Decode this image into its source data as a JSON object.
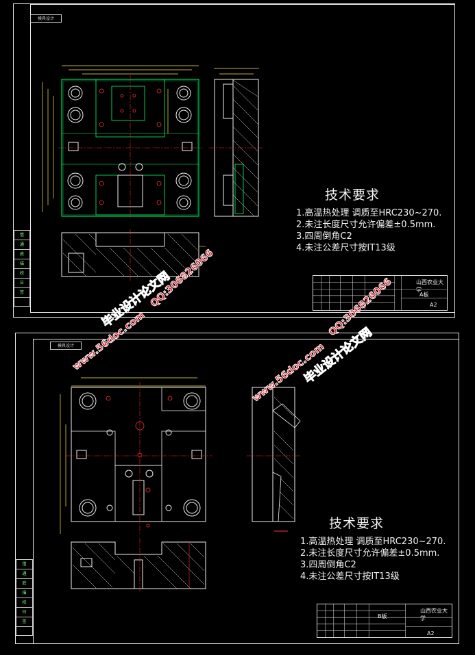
{
  "colors": {
    "background": "#000000",
    "frame": "#e6e6e6",
    "plate": "#00ff66",
    "dimension": "#ffee33",
    "hole": "#ff3333",
    "centerline": "#ff2222",
    "hatch": "#e8e8e8",
    "watermark": "#e0202a"
  },
  "sheets": [
    {
      "corner_tag": "模具设计",
      "tech_requirements": {
        "title": "技术要求",
        "lines": [
          "1.高温热处理  调质至HRC230~270.",
          "2.未注长度尺寸允许偏差±0.5mm.",
          "3.四周倒角C2",
          "4.未注公差尺寸按IT13级"
        ]
      },
      "title_block": {
        "name": "A板",
        "school": "山西农业大学",
        "size": "A2"
      }
    },
    {
      "corner_tag": "模具设计",
      "tech_requirements": {
        "title": "技术要求",
        "lines": [
          "1.高温热处理  调质至HRC230~270.",
          "2.未注长度尺寸允许偏差±0.5mm.",
          "3.四周倒角C2",
          "4.未注公差尺寸按IT13级"
        ]
      },
      "title_block": {
        "name": "B板",
        "school": "山西农业大学",
        "size": "A2"
      }
    }
  ],
  "watermarks": {
    "url": "www.56doc.com",
    "site": "毕业设计论文网",
    "qq": "QQ:306826066"
  }
}
